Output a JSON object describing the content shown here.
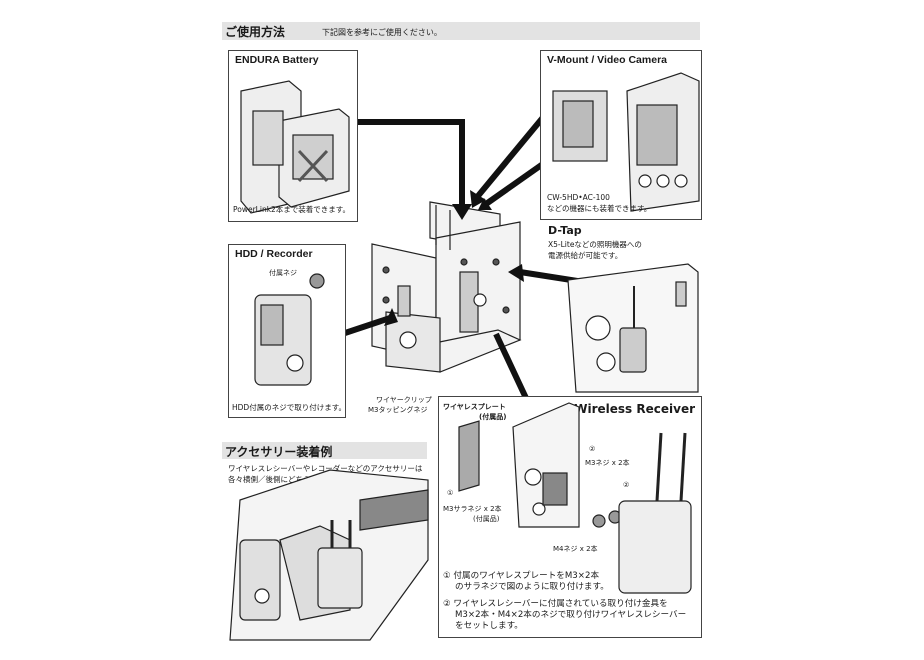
{
  "header": {
    "title": "ご使用方法",
    "subtitle": "下記図を参考にご使用ください。"
  },
  "panels": {
    "endura": {
      "title": "ENDURA Battery",
      "caption": "PowerLink2本まで装着できます。"
    },
    "vmount": {
      "title": "V-Mount / Video Camera",
      "caption1": "CW-5HD•AC-100",
      "caption2": "などの機器にも装着できます。"
    },
    "hdd": {
      "title": "HDD / Recorder",
      "screw_label": "付属ネジ",
      "caption": "HDD付属のネジで取り付けます。"
    },
    "dtap": {
      "title": "D-Tap",
      "desc1": "X5-Liteなどの照明機器への",
      "desc2": "電源供給が可能です。"
    },
    "clip": {
      "line1": "ワイヤークリップ",
      "line2": "M3タッピングネジ"
    }
  },
  "wireless": {
    "title": "Wireless Receiver",
    "plate_label1": "ワイヤレスプレート",
    "plate_label2": "(付属品)",
    "marker1": "①",
    "marker2": "②",
    "sara1": "M3サラネジ x 2本",
    "sara2": "(付属品)",
    "m3": "M3ネジ x 2本",
    "m4": "M4ネジ x 2本",
    "step1_line1": "① 付属のワイヤレスプレートをM3×2本",
    "step1_line2": "のサラネジで図のように取り付けます。",
    "step2_line1": "② ワイヤレスレシーバーに付属されている取り付け金具を",
    "step2_line2": "M3×2本・M4×2本のネジで取り付けワイヤレスレシーバー",
    "step2_line3": "をセットします。"
  },
  "accessory": {
    "title": "アクセサリー装着例",
    "desc1": "ワイヤレスレシーバーやレコーダーなどのアクセサリーは",
    "desc2": "各々横側／後側にどちらにも取り付可能です。"
  },
  "colors": {
    "header_bg": "#e3e3e3",
    "line": "#222222",
    "fill_light": "#eeeeee"
  }
}
